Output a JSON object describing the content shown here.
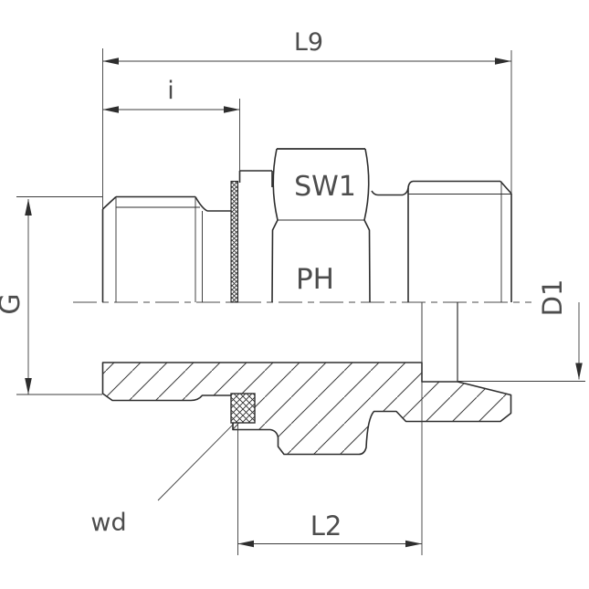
{
  "drawing": {
    "kind": "male stud fitting technical drawing, half section",
    "labels": {
      "l9": "L9",
      "i": "i",
      "sw1": "SW1",
      "ph": "PH",
      "g": "G",
      "d1": "D1",
      "wd": "wd",
      "l2": "L2"
    },
    "colors": {
      "line": "#2e2e2e",
      "thin_line": "#3c3c3c",
      "text": "#4d4d4d",
      "background": "#ffffff"
    }
  }
}
